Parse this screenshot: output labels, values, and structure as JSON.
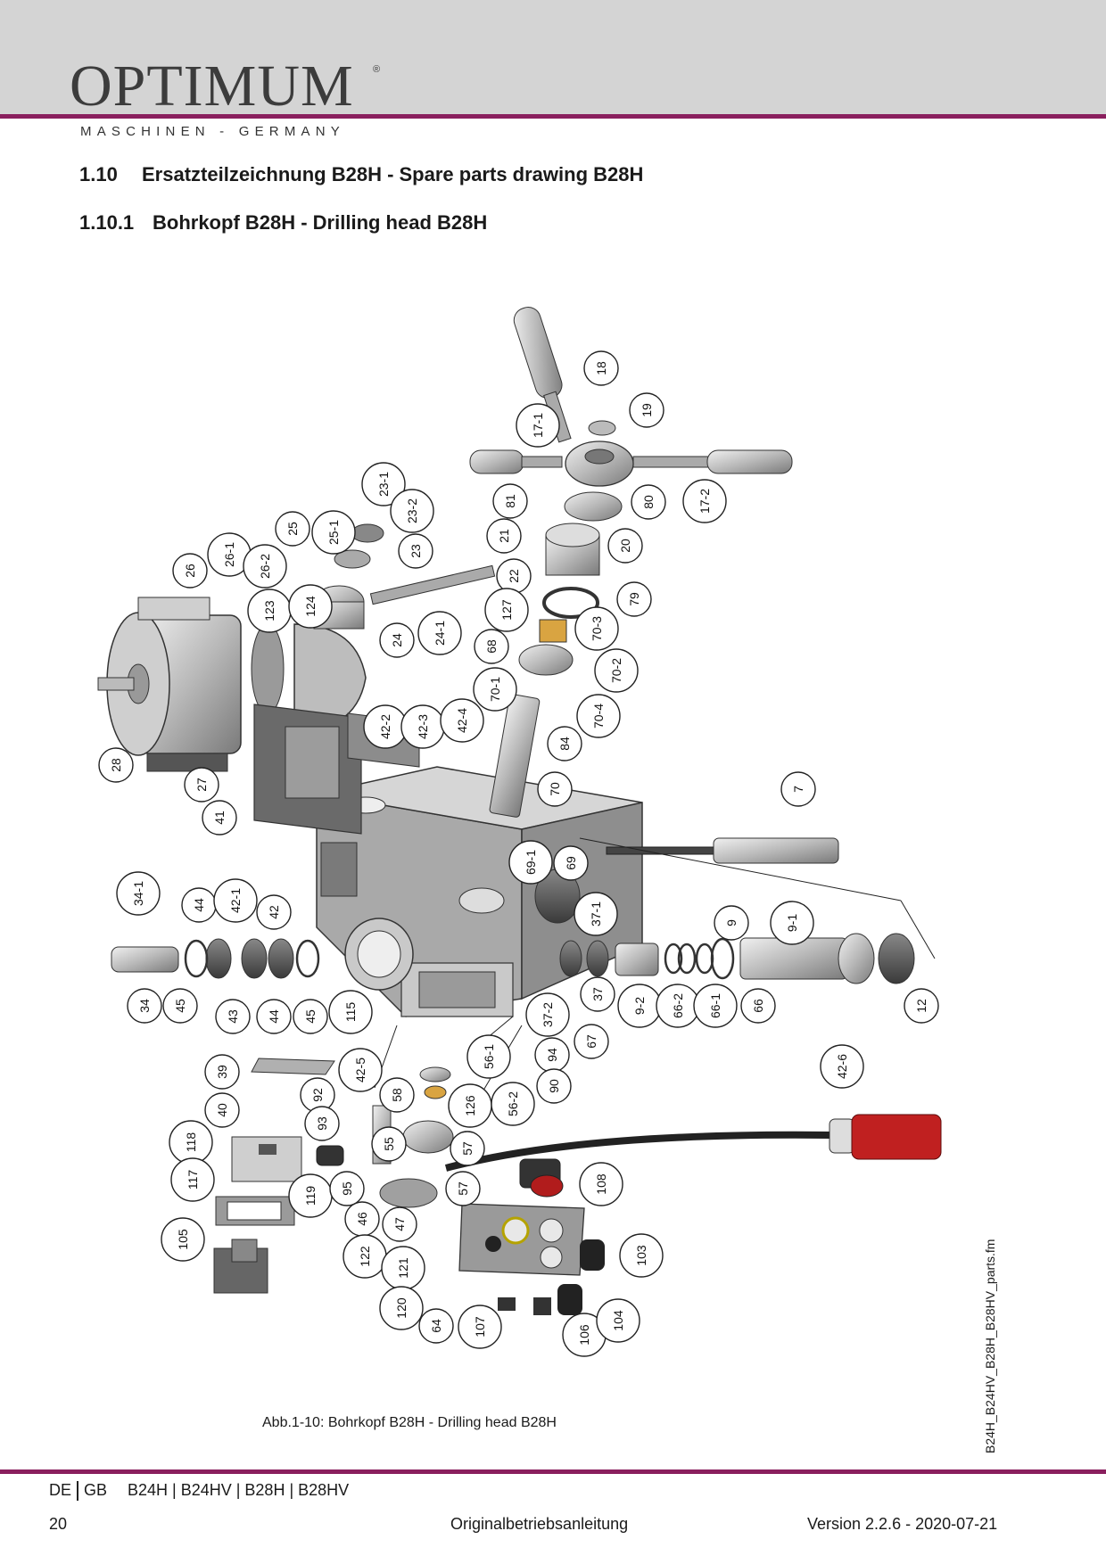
{
  "header": {
    "brand": "OPTIMUM",
    "registered": "®",
    "subtitle": "MASCHINEN - GERMANY"
  },
  "headings": {
    "section_number": "1.10",
    "section_title": "Ersatzteilzeichnung B28H - Spare parts drawing B28H",
    "subsection_number": "1.10.1",
    "subsection_title": "Bohrkopf B28H - Drilling head B28H"
  },
  "callouts": [
    "18",
    "19",
    "17-1",
    "17-2",
    "80",
    "81",
    "20",
    "21",
    "79",
    "22",
    "127",
    "70-3",
    "68",
    "70-2",
    "70-1",
    "70-4",
    "84",
    "70",
    "7",
    "23-1",
    "23-2",
    "23",
    "25",
    "25-1",
    "26",
    "26-1",
    "26-2",
    "24",
    "24-1",
    "123",
    "124",
    "42-2",
    "42-3",
    "42-4",
    "28",
    "27",
    "41",
    "69-1",
    "69",
    "37-1",
    "9",
    "9-1",
    "34-1",
    "44",
    "42-1",
    "42",
    "34",
    "45",
    "43",
    "44",
    "45",
    "115",
    "37",
    "9-2",
    "66-2",
    "66-1",
    "66",
    "12",
    "37-2",
    "67",
    "42-5",
    "56-1",
    "94",
    "90",
    "39",
    "40",
    "92",
    "93",
    "58",
    "126",
    "56-2",
    "55",
    "57",
    "42-6",
    "118",
    "117",
    "119",
    "95",
    "57",
    "46",
    "47",
    "108",
    "105",
    "122",
    "121",
    "103",
    "120",
    "64",
    "107",
    "106",
    "104"
  ],
  "figure_caption": "Abb.1-10:   Bohrkopf B28H - Drilling head B28H",
  "side_filename": "B24H_B24HV_B28H_B28HV_parts.fm",
  "footer": {
    "lang_de": "DE",
    "lang_gb": "GB",
    "models": "B24H | B24HV | B28H | B28HV",
    "page": "20",
    "doc_title": "Originalbetriebsanleitung",
    "version": "Version 2.2.6 - 2020-07-21"
  }
}
